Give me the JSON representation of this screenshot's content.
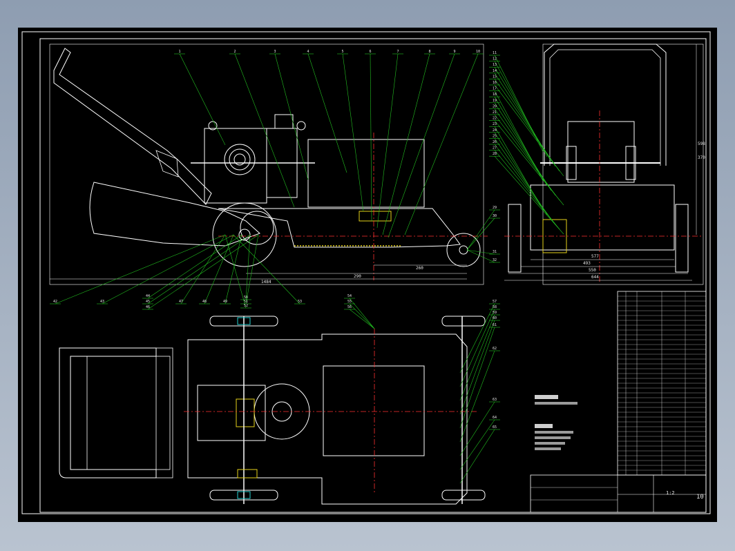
{
  "drawing": {
    "callouts_top": [
      "1",
      "2",
      "3",
      "4",
      "5",
      "6",
      "7",
      "8",
      "9",
      "10"
    ],
    "callouts_side": [
      "11",
      "12",
      "13",
      "14",
      "15",
      "16",
      "17",
      "18",
      "19",
      "20",
      "21",
      "22",
      "23",
      "24",
      "25",
      "26",
      "27",
      "28"
    ],
    "callouts_bottom": [
      "42",
      "43",
      "44",
      "45",
      "46",
      "47",
      "48",
      "49",
      "50",
      "51",
      "52",
      "53"
    ],
    "callouts_right_wheel": [
      "29",
      "30",
      "31",
      "32"
    ],
    "callouts_plan": [
      "54",
      "55",
      "56",
      "57",
      "58",
      "59",
      "60",
      "61",
      "62",
      "63",
      "64",
      "65"
    ],
    "dimensions": {
      "front_overall": "1484",
      "front_len": "290",
      "front_short": "260",
      "side_height": "598",
      "side_h2": "370",
      "side_w1": "577",
      "side_w2": "493",
      "side_w3": "550",
      "side_w4": "644"
    },
    "title_block": {
      "scale": "1:2",
      "sheet_no": "10"
    }
  },
  "colors": {
    "outline": "#ffffff",
    "leader": "#22c020",
    "centerline": "#ff3030",
    "section": "#e6d21a",
    "hidden": "#24d0d0",
    "background": "#000000"
  }
}
